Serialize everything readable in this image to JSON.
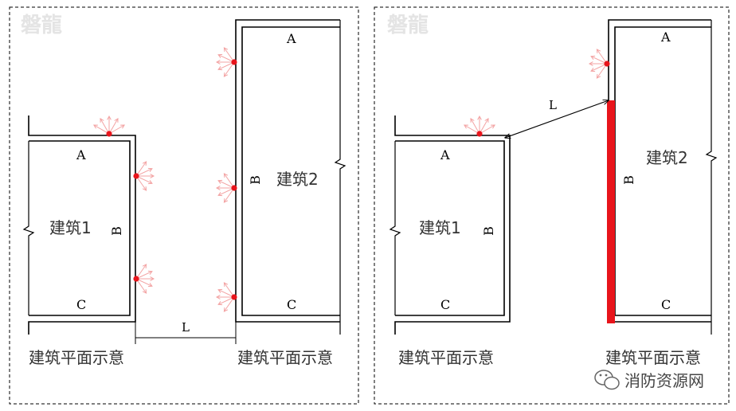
{
  "watermark": "磐龍",
  "panels": [
    {
      "id": "left",
      "building1": {
        "label": "建筑1",
        "wall_labels": {
          "top": "A",
          "right": "B",
          "bottom": "C"
        }
      },
      "building2": {
        "label": "建筑2",
        "wall_labels": {
          "top": "A",
          "left": "B",
          "bottom": "C"
        }
      },
      "distance_label": "L",
      "caption_1": "建筑平面示意",
      "caption_2": "建筑平面示意"
    },
    {
      "id": "right",
      "building1": {
        "label": "建筑1",
        "wall_labels": {
          "top": "A",
          "right": "B",
          "bottom": "C"
        }
      },
      "building2": {
        "label": "建筑2",
        "wall_labels": {
          "top": "A",
          "left": "B",
          "bottom": "C"
        }
      },
      "distance_label": "L",
      "caption_1": "建筑平面示意",
      "caption_2": "建筑平面示意",
      "highlight_color": "#e8141b"
    }
  ],
  "brand": {
    "icon": "wechat-icon",
    "text": "消防资源网"
  },
  "colors": {
    "line": "#000000",
    "opening_dot": "#e8141b",
    "opening_rays": "#f3a3a3",
    "watermark": "#e4e4e4"
  }
}
